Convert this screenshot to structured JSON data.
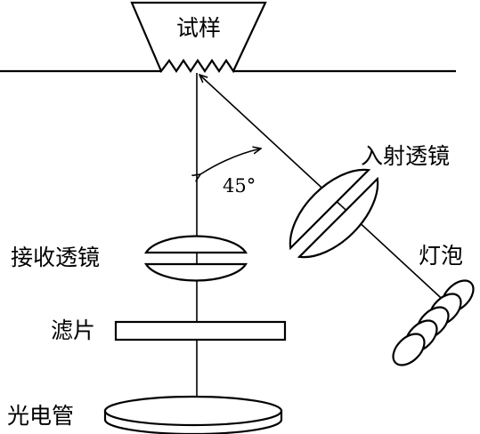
{
  "labels": {
    "sample": "试样",
    "incident_lens": "入射透镜",
    "angle": "45°",
    "receiving_lens": "接收透镜",
    "bulb": "灯泡",
    "filter": "滤片",
    "photocell": "光电管"
  }
}
